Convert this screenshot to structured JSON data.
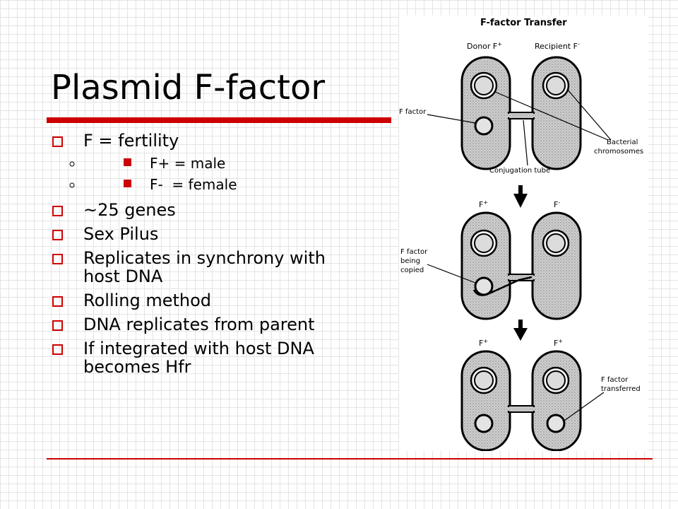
{
  "slide": {
    "title": "Plasmid F-factor",
    "accent_color": "#cc0000",
    "bullets": [
      {
        "text": "F = fertility",
        "sub": [
          "F+ = male",
          "F-  = female"
        ]
      },
      {
        "text": "~25 genes"
      },
      {
        "text": "Sex Pilus"
      },
      {
        "text": "Replicates in synchrony with host DNA"
      },
      {
        "text": "Rolling method"
      },
      {
        "text": "DNA replicates from parent"
      },
      {
        "text": "If integrated with host DNA becomes Hfr"
      }
    ]
  },
  "figure": {
    "title": "F-factor Transfer",
    "labels": {
      "donor": "Donor F",
      "recipient": "Recipient F",
      "f_factor": "F factor",
      "bacterial_1": "Bacterial",
      "bacterial_2": "chromosomes",
      "conjugation_tube": "Conjugation tube",
      "being_copied_1": "F factor",
      "being_copied_2": "being",
      "being_copied_3": "copied",
      "f_plus": "F",
      "f_minus": "F",
      "transferred_1": "F factor",
      "transferred_2": "transferred",
      "sup_plus": "+",
      "sup_minus": "-"
    }
  }
}
